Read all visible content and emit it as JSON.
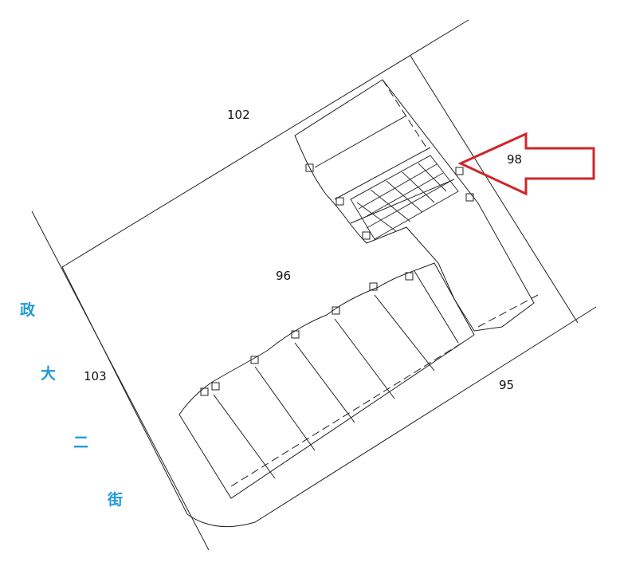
{
  "lots": {
    "lot_102": "102",
    "lot_96": "96",
    "lot_103": "103",
    "lot_95": "95",
    "lot_98": "98"
  },
  "street": {
    "chars": [
      "政",
      "大",
      "二",
      "街"
    ]
  },
  "colors": {
    "arrow": "#d0262b",
    "street_text": "#1f9ad6",
    "line": "#222222"
  },
  "highlight": {
    "target_lot": "98",
    "pointer": "arrow-pointing-left"
  }
}
